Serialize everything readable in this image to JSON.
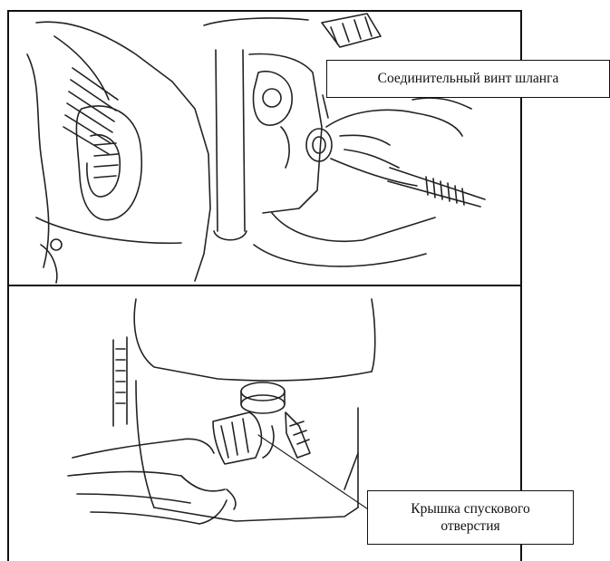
{
  "figure": {
    "panels": [
      {
        "callout": "Соединительный винт шланга"
      },
      {
        "callout_line1": "Крышка спускового",
        "callout_line2": "отверстия"
      }
    ]
  }
}
